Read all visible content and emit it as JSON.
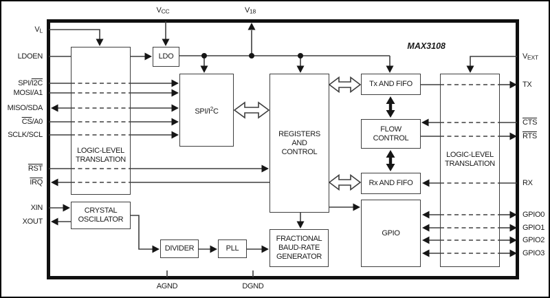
{
  "chip_label": "MAX3108",
  "colors": {
    "background": "#ffffff",
    "wire": "#3d3d3d",
    "arrowhead": "#161616",
    "outer_border": "#101010",
    "text": "#1a1a1a"
  },
  "blocks": {
    "logic_left": {
      "lines": [
        "LOGIC-LEVEL",
        "TRANSLATION"
      ]
    },
    "ldo": {
      "label": "LDO"
    },
    "spi": {
      "prefix": "SPI/I",
      "sup": "2",
      "suffix": "C"
    },
    "registers": {
      "lines": [
        "REGISTERS",
        "AND",
        "CONTROL"
      ]
    },
    "tx_fifo": {
      "label": "Tx AND FIFO"
    },
    "flow": {
      "lines": [
        "FLOW",
        "CONTROL"
      ]
    },
    "rx_fifo": {
      "label": "Rx AND FIFO"
    },
    "logic_right": {
      "lines": [
        "LOGIC-LEVEL",
        "TRANSLATION"
      ]
    },
    "crystal": {
      "lines": [
        "CRYSTAL",
        "OSCILLATOR"
      ]
    },
    "divider": {
      "label": "DIVIDER"
    },
    "pll": {
      "label": "PLL"
    },
    "fbrg": {
      "lines": [
        "FRACTIONAL",
        "BAUD-RATE",
        "GENERATOR"
      ]
    },
    "gpio": {
      "label": "GPIO"
    }
  },
  "pins": {
    "top": {
      "vcc": {
        "base": "V",
        "sub": "CC"
      },
      "v18": {
        "base": "V",
        "sub": "18"
      }
    },
    "bottom": {
      "agnd": {
        "label": "AGND"
      },
      "dgnd": {
        "label": "DGND"
      }
    },
    "left": {
      "vl": {
        "base": "V",
        "sub": "L"
      },
      "ldoen": {
        "label": "LDOEN"
      },
      "spi_i2c": {
        "plain": "SPI/",
        "over": "I2C"
      },
      "mosi": {
        "label": "MOSI/A1"
      },
      "miso": {
        "label": "MISO/SDA"
      },
      "cs": {
        "over": "CS",
        "plain": "/A0"
      },
      "sclk": {
        "label": "SCLK/SCL"
      },
      "rst": {
        "over": "RST"
      },
      "irq": {
        "over": "IRQ"
      },
      "xin": {
        "label": "XIN"
      },
      "xout": {
        "label": "XOUT"
      }
    },
    "right": {
      "vext": {
        "base": "V",
        "sub": "EXT"
      },
      "tx": {
        "label": "TX"
      },
      "cts": {
        "over": "CTS"
      },
      "rts": {
        "over": "RTS"
      },
      "rx": {
        "label": "RX"
      },
      "gpio0": {
        "label": "GPIO0"
      },
      "gpio1": {
        "label": "GPIO1"
      },
      "gpio2": {
        "label": "GPIO2"
      },
      "gpio3": {
        "label": "GPIO3"
      }
    }
  }
}
